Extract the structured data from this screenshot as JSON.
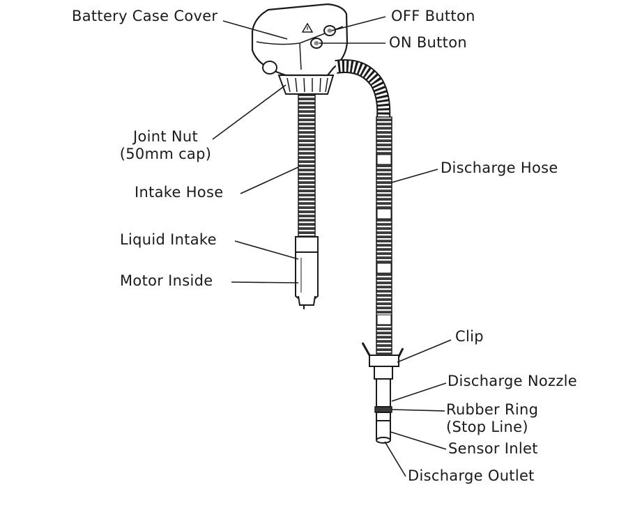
{
  "labels": {
    "battery_case_cover": "Battery Case Cover",
    "off_button": "OFF Button",
    "on_button": "ON Button",
    "joint_nut": "Joint Nut",
    "joint_nut_cap": "(50mm cap)",
    "intake_hose": "Intake Hose",
    "liquid_intake": "Liquid Intake",
    "motor_inside": "Motor Inside",
    "discharge_hose": "Discharge Hose",
    "clip": "Clip",
    "discharge_nozzle": "Discharge Nozzle",
    "rubber_ring": "Rubber Ring",
    "stop_line": "(Stop Line)",
    "sensor_inlet": "Sensor Inlet",
    "discharge_outlet": "Discharge Outlet"
  },
  "colors": {
    "line": "#1a1a1a",
    "fill": "#ffffff",
    "hose": "#2b2b2b"
  }
}
